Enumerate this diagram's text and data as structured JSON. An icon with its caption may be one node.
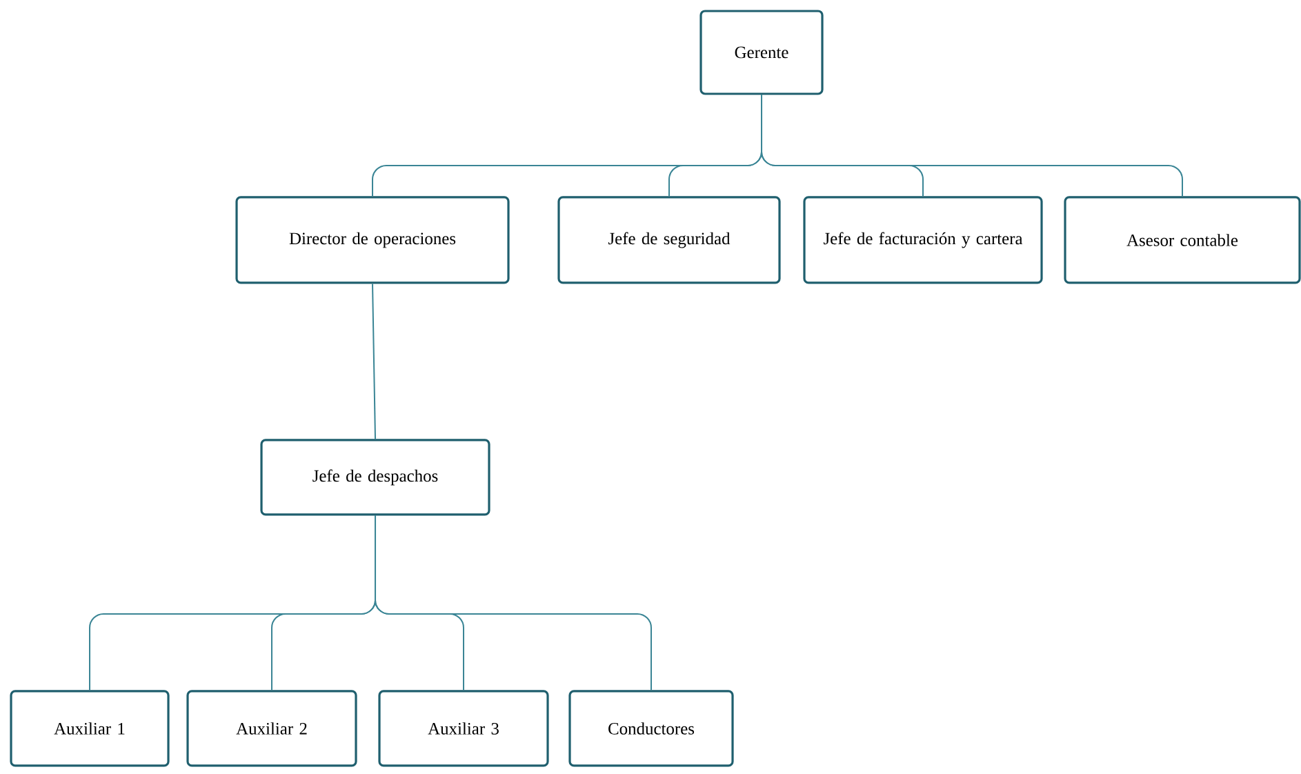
{
  "diagram": {
    "nodes": [
      {
        "text": [
          "Gerente"
        ]
      },
      {
        "text": [
          "Director de operaciones"
        ]
      },
      {
        "text": [
          "Jefe de seguridad"
        ]
      },
      {
        "text": [
          "Jefe de facturación y cartera"
        ]
      },
      {
        "text": [
          "Asesor contable"
        ]
      },
      {
        "text": [
          "Jefe de despachos"
        ]
      },
      {
        "text": [
          "Auxiliar 1"
        ]
      },
      {
        "text": [
          "Auxiliar 2"
        ]
      },
      {
        "text": [
          "Auxiliar 3"
        ]
      },
      {
        "text": [
          "Conductores"
        ]
      }
    ],
    "edges": [
      {
        "from": 0,
        "to": 1,
        "arrow": "none"
      },
      {
        "from": 0,
        "to": 2,
        "arrow": "none"
      },
      {
        "from": 0,
        "to": 3,
        "arrow": "none"
      },
      {
        "from": 0,
        "to": 4,
        "arrow": "none"
      },
      {
        "from": 1,
        "to": 5,
        "arrow": "none"
      },
      {
        "from": 5,
        "to": 6,
        "arrow": "none"
      },
      {
        "from": 5,
        "to": 7,
        "arrow": "none"
      },
      {
        "from": 5,
        "to": 8,
        "arrow": "none"
      },
      {
        "from": 5,
        "to": 9,
        "arrow": "none"
      }
    ]
  }
}
